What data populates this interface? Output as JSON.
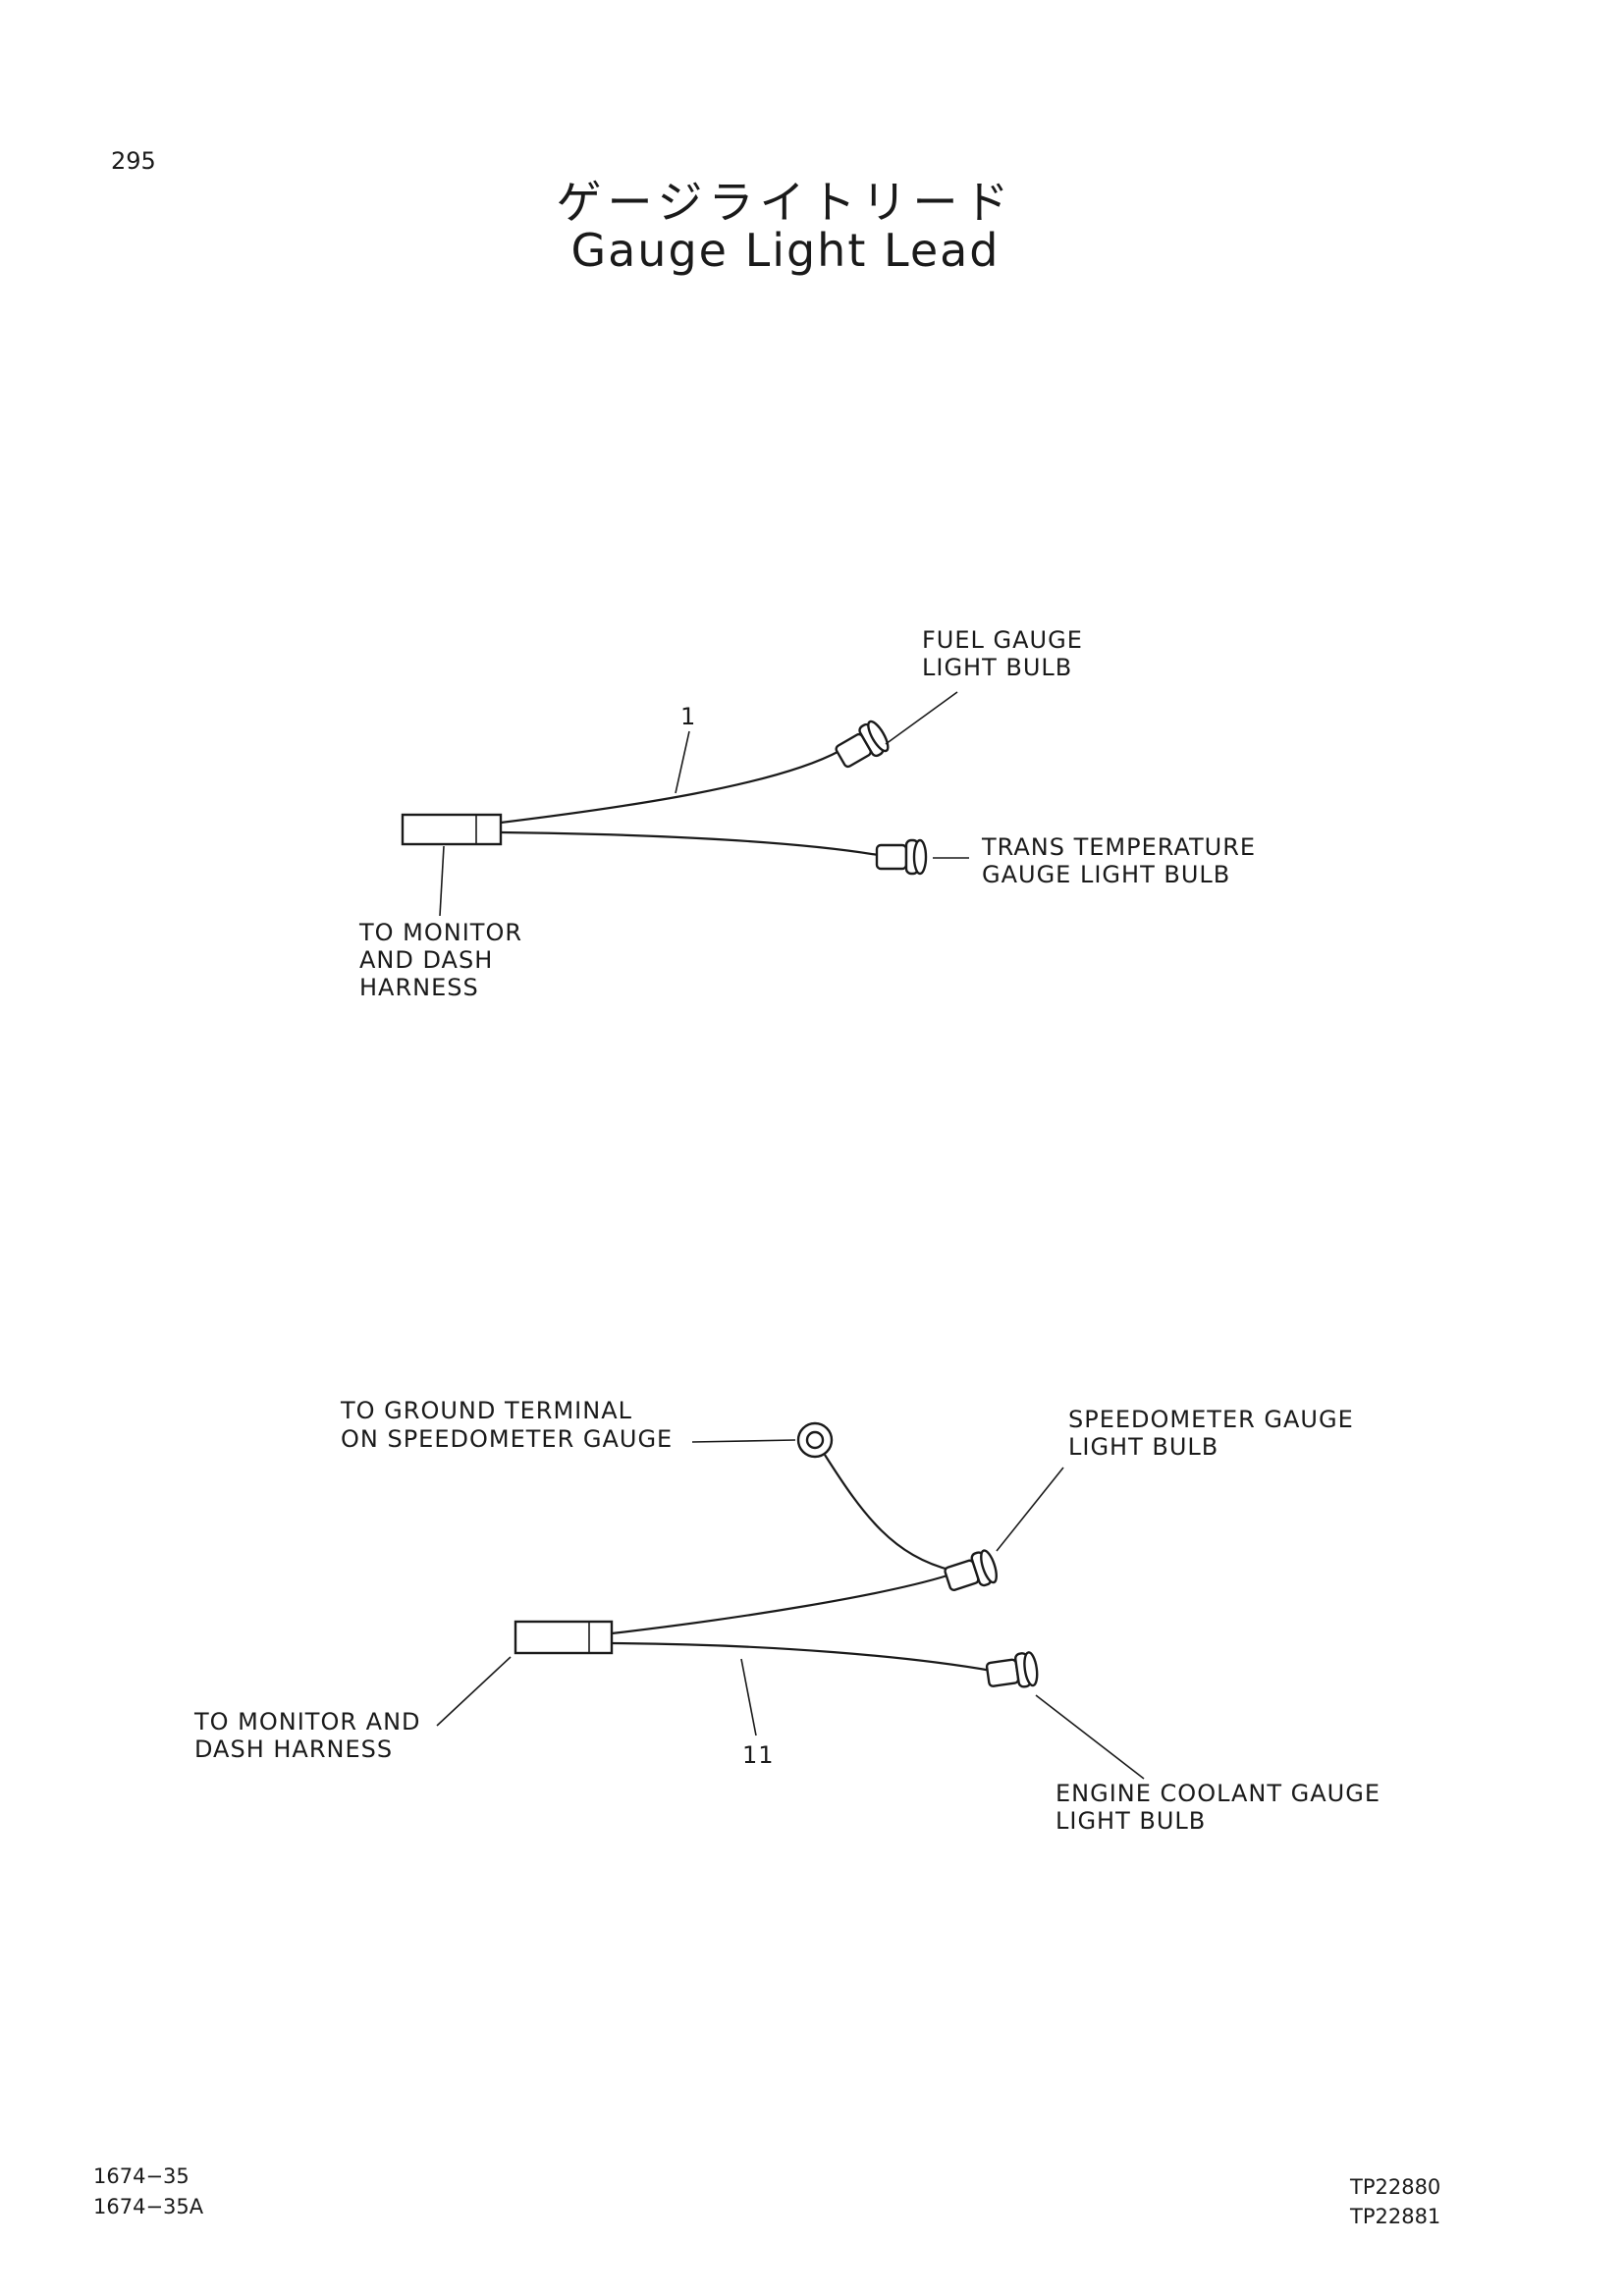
{
  "page": {
    "number": "295",
    "title_jp": "ゲージライトリード",
    "title_en": "Gauge Light Lead",
    "codes_left": [
      "1674−35",
      "1674−35A"
    ],
    "codes_right": [
      "TP22880",
      "TP22881"
    ]
  },
  "diagram_top": {
    "part_number": "1",
    "fuel_bulb": [
      "FUEL GAUGE",
      "LIGHT BULB"
    ],
    "trans_bulb": [
      "TRANS TEMPERATURE",
      "GAUGE LIGHT BULB"
    ],
    "monitor": [
      "TO MONITOR",
      "AND DASH",
      "HARNESS"
    ]
  },
  "diagram_bottom": {
    "part_number": "11",
    "ground_terminal": [
      "TO GROUND TERMINAL",
      "ON SPEEDOMETER GAUGE"
    ],
    "speedometer_bulb": [
      "SPEEDOMETER GAUGE",
      "LIGHT BULB"
    ],
    "monitor": [
      "TO MONITOR AND",
      "DASH HARNESS"
    ],
    "coolant_bulb": [
      "ENGINE COOLANT GAUGE",
      "LIGHT BULB"
    ]
  }
}
